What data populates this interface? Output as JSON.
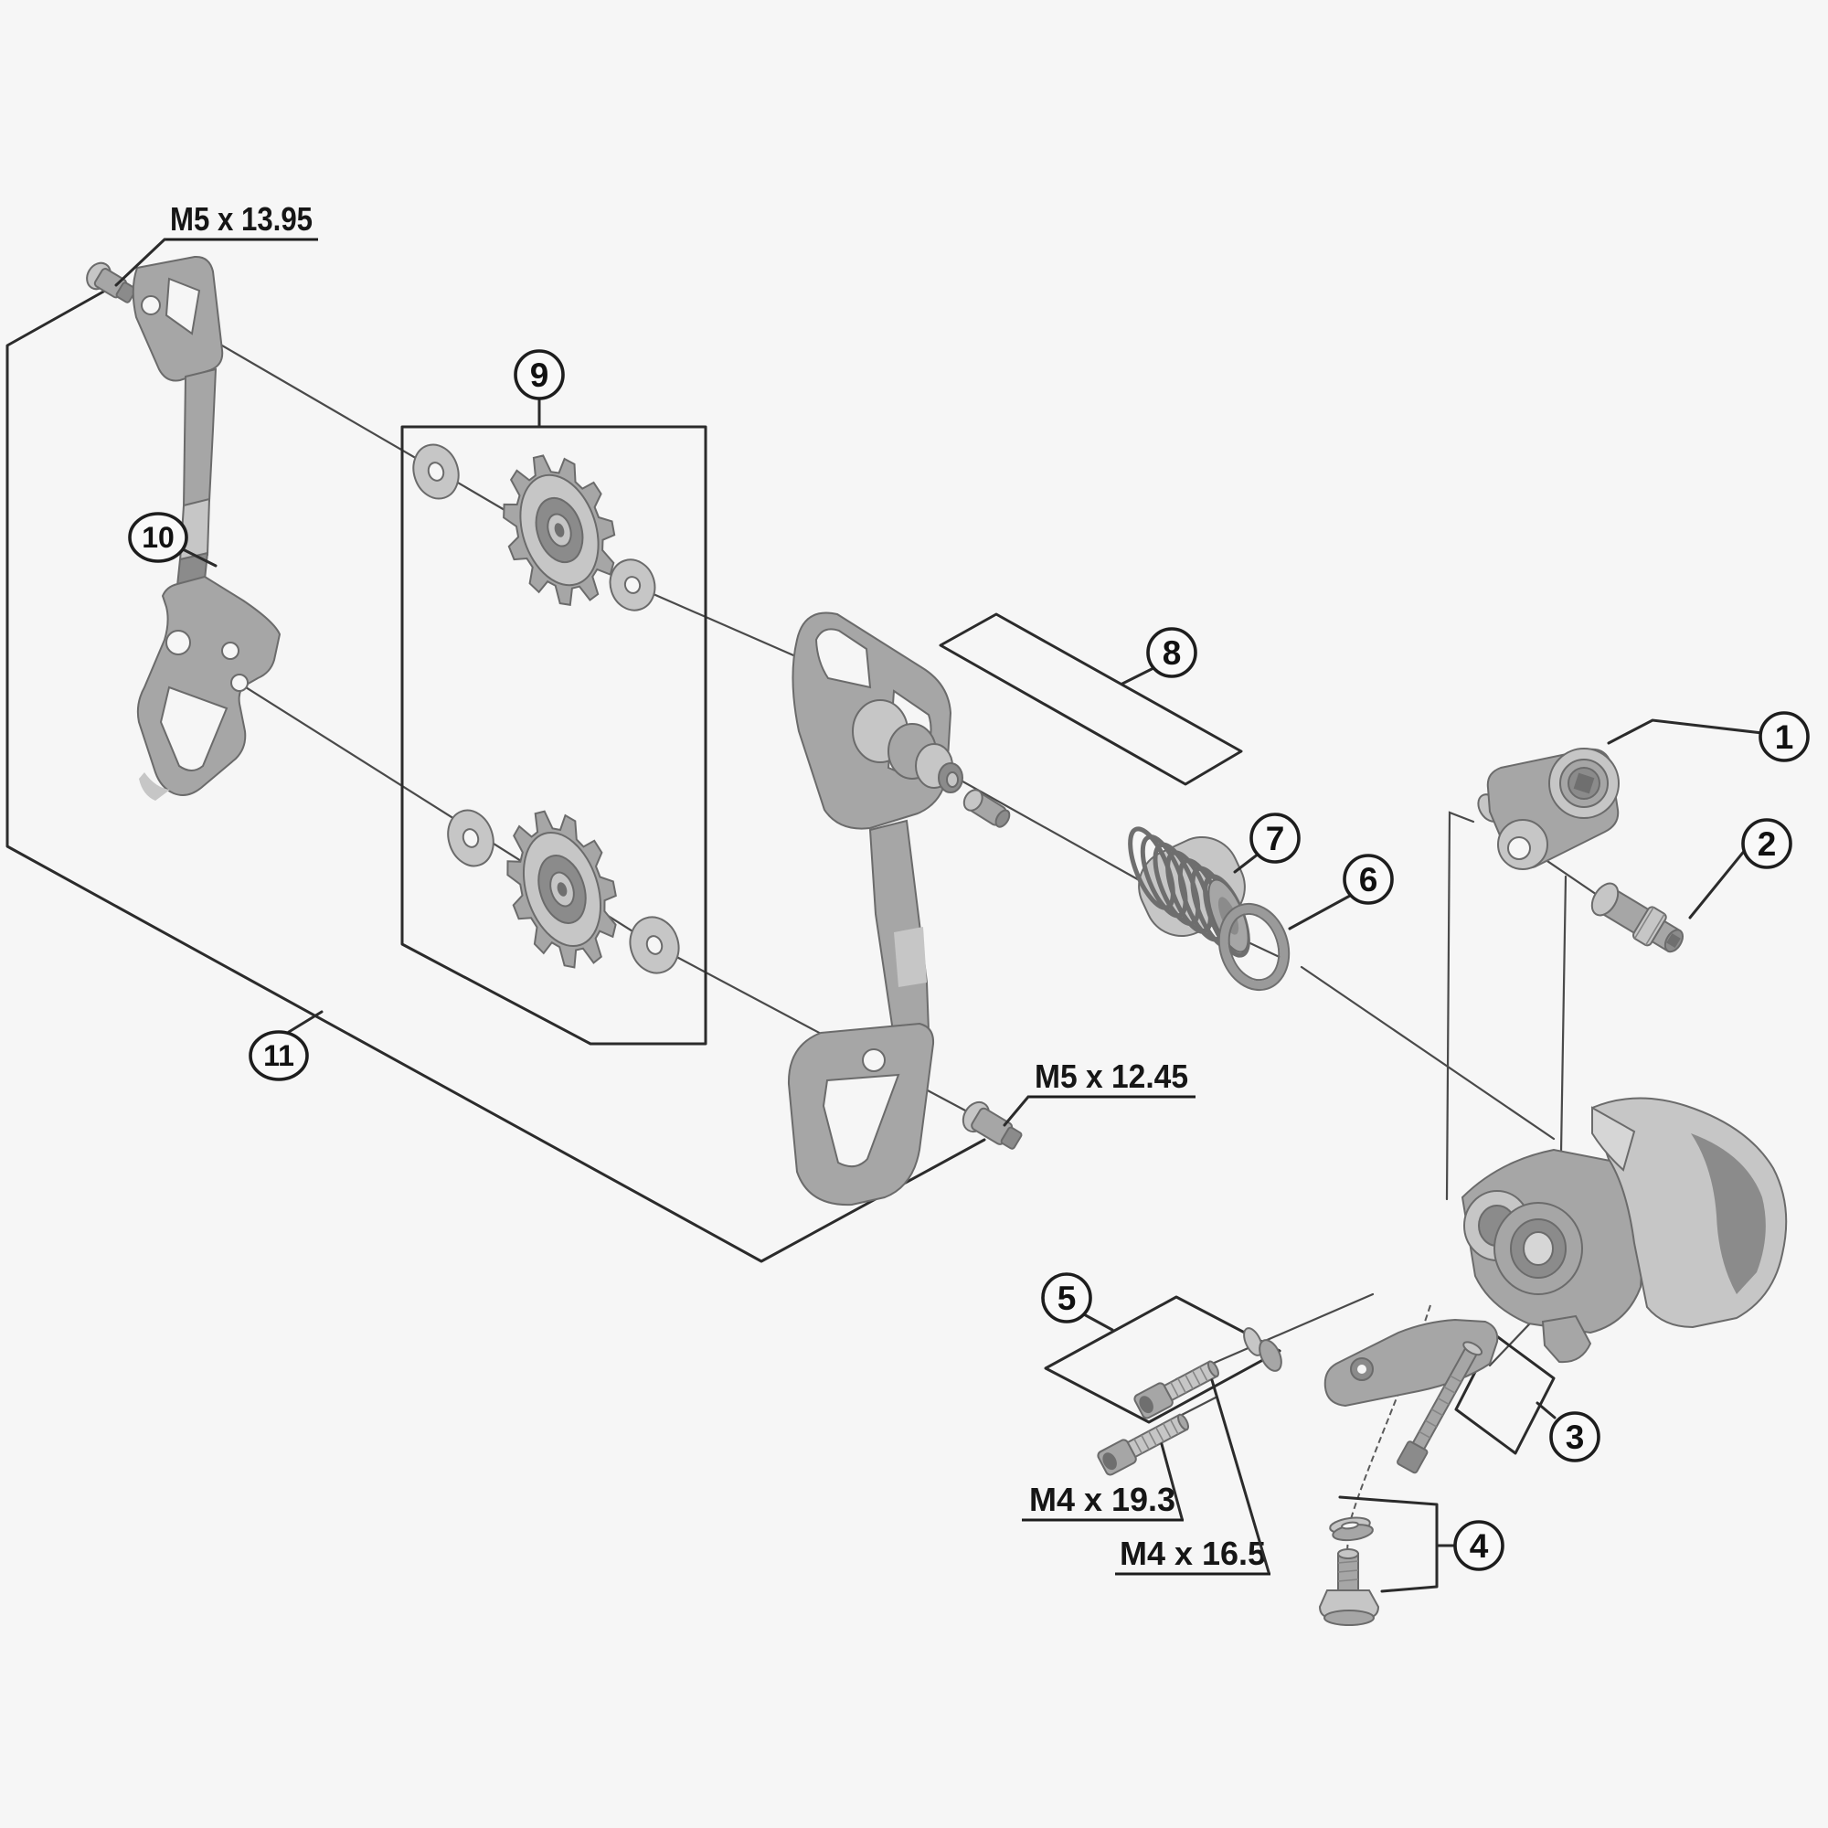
{
  "figure": {
    "type": "exploded-parts-diagram",
    "subject": "rear-derailleur",
    "background_color": "#f6f6f6",
    "line_color": "#2b2b2b",
    "part_gray_mid": "#a6a6a6",
    "part_gray_light": "#c6c6c6",
    "part_gray_dark": "#8b8b8b"
  },
  "callouts": [
    "1",
    "2",
    "3",
    "4",
    "5",
    "6",
    "7",
    "8",
    "9",
    "10",
    "11"
  ],
  "dimension_labels": {
    "pulley_bolt_upper": "M5 x 13.95",
    "pulley_bolt_lower": "M5 x 12.45",
    "adjust_screw_long": "M4 x 19.3",
    "adjust_screw_short": "M4 x 16.5"
  }
}
